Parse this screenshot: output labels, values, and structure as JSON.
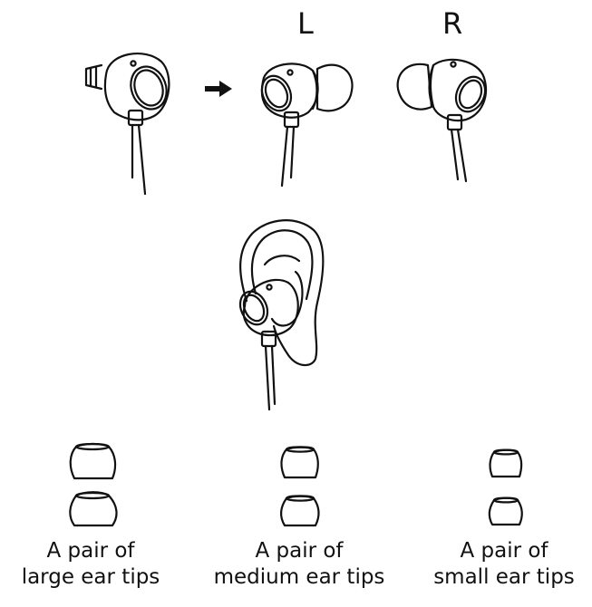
{
  "labels": {
    "left": "L",
    "right": "R"
  },
  "tips": [
    {
      "line1": "A pair of",
      "line2": "large ear tips"
    },
    {
      "line1": "A pair of",
      "line2": "medium ear tips"
    },
    {
      "line1": "A pair of",
      "line2": "small ear tips"
    }
  ],
  "icons": [
    "earbud-without-tip",
    "arrow-right",
    "earbud-left",
    "earbud-right",
    "ear-with-earbud",
    "ear-tip"
  ]
}
